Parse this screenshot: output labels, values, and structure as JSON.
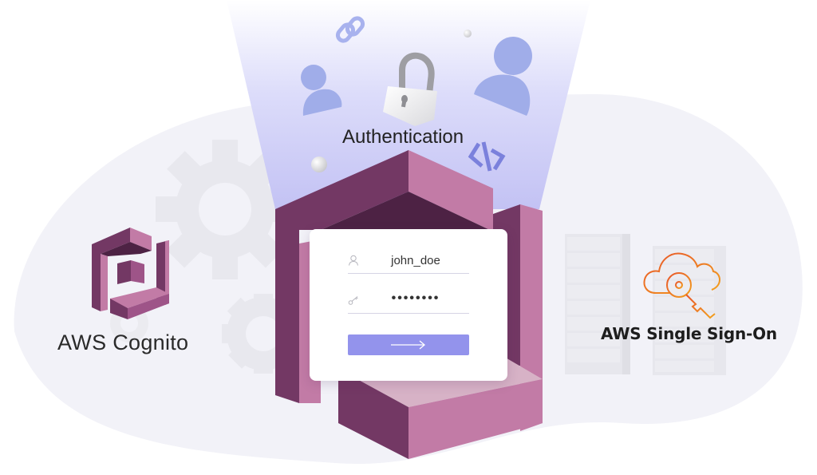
{
  "heading": {
    "authentication": "Authentication"
  },
  "left_product": {
    "name": "AWS Cognito",
    "icon": "aws-cognito-logo-icon",
    "color_dark": "#733864",
    "color_light": "#c27ba6"
  },
  "right_product": {
    "name": "AWS Single Sign-On",
    "icon": "cloud-key-icon",
    "color": "#f07e19"
  },
  "login_form": {
    "username": {
      "icon": "user-icon",
      "value": "john_doe"
    },
    "password": {
      "icon": "key-icon",
      "value": "••••••••"
    },
    "submit": {
      "icon": "arrow-right-icon",
      "color": "#9393ec"
    }
  },
  "floating_icons": [
    "link-icon",
    "user-icon",
    "padlock-icon",
    "user-icon",
    "code-icon",
    "sphere"
  ],
  "colors": {
    "background_blob": "#f2f2f8",
    "beam_top": "#ffffff",
    "beam_bottom": "#c7c6f5",
    "accent_purple": "#9ea7ea"
  }
}
